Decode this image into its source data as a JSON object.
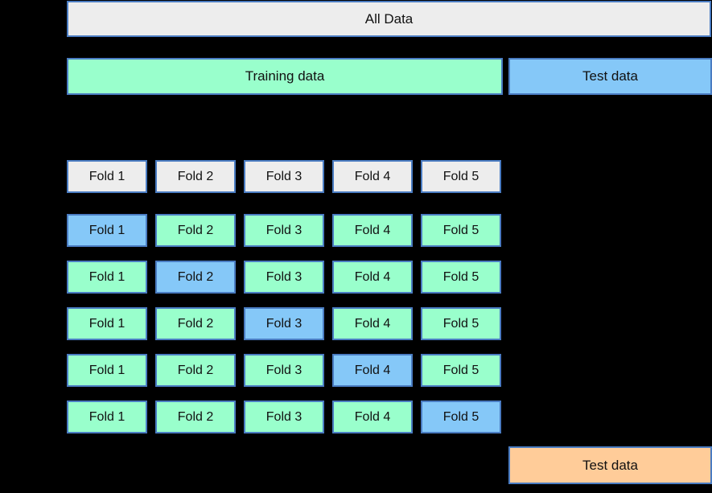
{
  "colors": {
    "background": "#000000",
    "box_border": "#4a7cc2",
    "header_fill": "#ededed",
    "train_fill": "#99ffcc",
    "validation_fill": "#85c8f8",
    "final_test_fill": "#ffcc99",
    "text": "#111111"
  },
  "all_data": {
    "label": "All Data",
    "type": "header"
  },
  "top_split": {
    "training": {
      "label": "Training data",
      "type": "train"
    },
    "test": {
      "label": "Test data",
      "type": "validation"
    }
  },
  "folds": {
    "header": {
      "cells": [
        {
          "label": "Fold 1",
          "type": "header"
        },
        {
          "label": "Fold 2",
          "type": "header"
        },
        {
          "label": "Fold 3",
          "type": "header"
        },
        {
          "label": "Fold 4",
          "type": "header"
        },
        {
          "label": "Fold 5",
          "type": "header"
        }
      ]
    },
    "iterations": [
      {
        "cells": [
          {
            "label": "Fold 1",
            "type": "validation"
          },
          {
            "label": "Fold 2",
            "type": "train"
          },
          {
            "label": "Fold 3",
            "type": "train"
          },
          {
            "label": "Fold 4",
            "type": "train"
          },
          {
            "label": "Fold 5",
            "type": "train"
          }
        ]
      },
      {
        "cells": [
          {
            "label": "Fold 1",
            "type": "train"
          },
          {
            "label": "Fold 2",
            "type": "validation"
          },
          {
            "label": "Fold 3",
            "type": "train"
          },
          {
            "label": "Fold 4",
            "type": "train"
          },
          {
            "label": "Fold 5",
            "type": "train"
          }
        ]
      },
      {
        "cells": [
          {
            "label": "Fold 1",
            "type": "train"
          },
          {
            "label": "Fold 2",
            "type": "train"
          },
          {
            "label": "Fold 3",
            "type": "validation"
          },
          {
            "label": "Fold 4",
            "type": "train"
          },
          {
            "label": "Fold 5",
            "type": "train"
          }
        ]
      },
      {
        "cells": [
          {
            "label": "Fold 1",
            "type": "train"
          },
          {
            "label": "Fold 2",
            "type": "train"
          },
          {
            "label": "Fold 3",
            "type": "train"
          },
          {
            "label": "Fold 4",
            "type": "validation"
          },
          {
            "label": "Fold 5",
            "type": "train"
          }
        ]
      },
      {
        "cells": [
          {
            "label": "Fold 1",
            "type": "train"
          },
          {
            "label": "Fold 2",
            "type": "train"
          },
          {
            "label": "Fold 3",
            "type": "train"
          },
          {
            "label": "Fold 4",
            "type": "train"
          },
          {
            "label": "Fold 5",
            "type": "validation"
          }
        ]
      }
    ]
  },
  "final_test": {
    "label": "Test data",
    "type": "final-test"
  }
}
